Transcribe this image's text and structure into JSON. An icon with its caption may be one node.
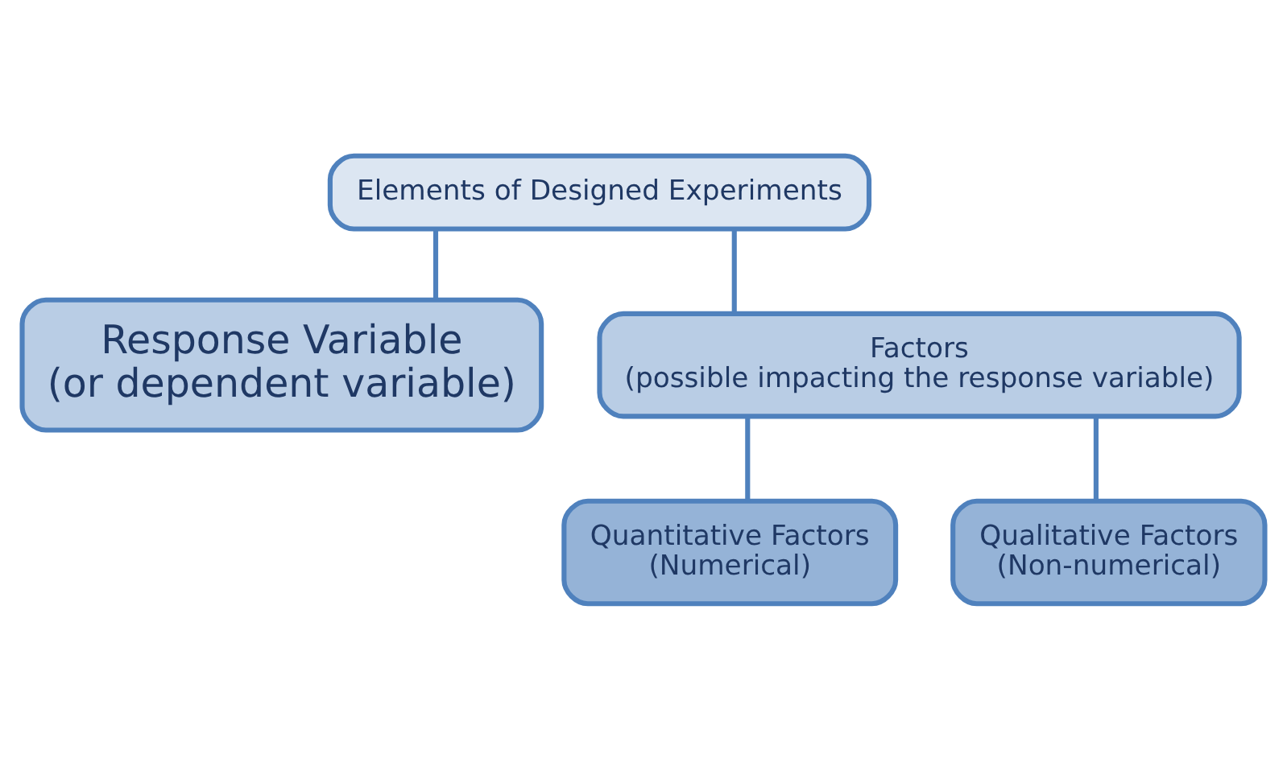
{
  "diagram": {
    "nodes": [
      {
        "text": [
          "Elements of Designed Experiments"
        ]
      },
      {
        "text": [
          "Response Variable",
          "(or dependent variable)"
        ]
      },
      {
        "text": [
          "Factors",
          "(possible impacting the response variable)"
        ]
      },
      {
        "text": [
          "Quantitative Factors",
          "(Numerical)"
        ]
      },
      {
        "text": [
          "Qualitative Factors",
          "(Non-numerical)"
        ]
      }
    ],
    "edges": [
      {
        "from": 0,
        "to": 1,
        "arrow": "none"
      },
      {
        "from": 0,
        "to": 2,
        "arrow": "none"
      },
      {
        "from": 2,
        "to": 3,
        "arrow": "none"
      },
      {
        "from": 2,
        "to": 4,
        "arrow": "none"
      }
    ]
  }
}
